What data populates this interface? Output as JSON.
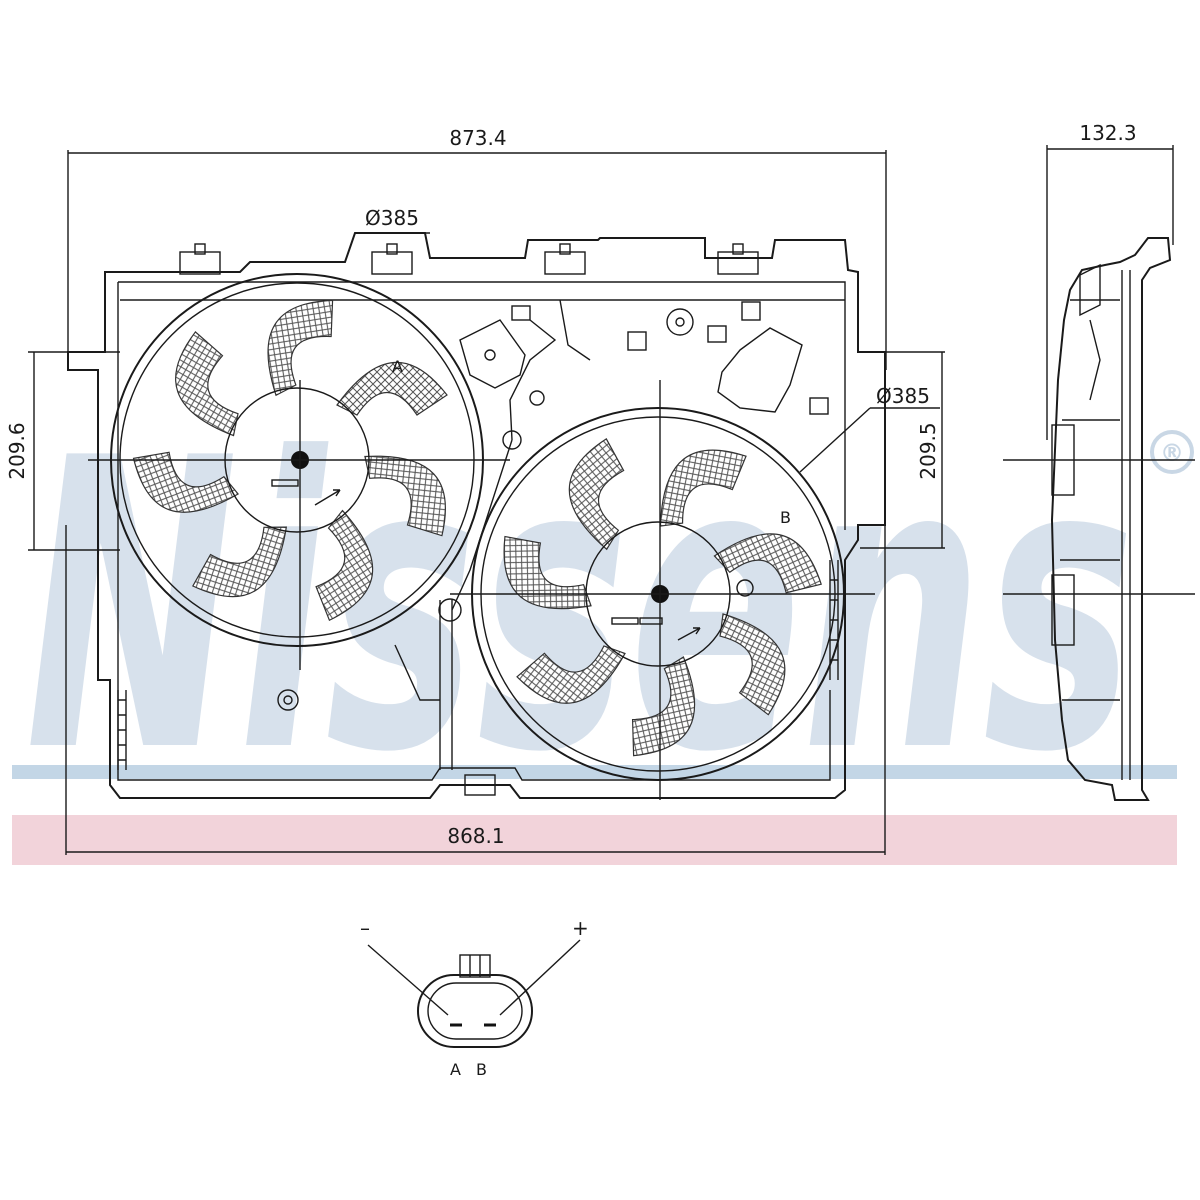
{
  "watermark": {
    "brand": "Nissens",
    "registered_mark": "®",
    "stripe_blue": "#c3d6e6",
    "stripe_pink": "#f2d3da"
  },
  "dimensions": {
    "overall_width_top": "873.4",
    "overall_width_bottom": "868.1",
    "depth": "132.3",
    "fan_a_diameter": "Ø385",
    "fan_b_diameter": "Ø385",
    "left_vertical": "209.6",
    "right_vertical": "209.5"
  },
  "fan_labels": {
    "fan_a": "A",
    "fan_b": "B"
  },
  "connector": {
    "minus": "–",
    "plus": "+",
    "pin_a": "A",
    "pin_b": "B"
  },
  "colors": {
    "line": "#1a1a1a",
    "hatch": "#555555"
  }
}
